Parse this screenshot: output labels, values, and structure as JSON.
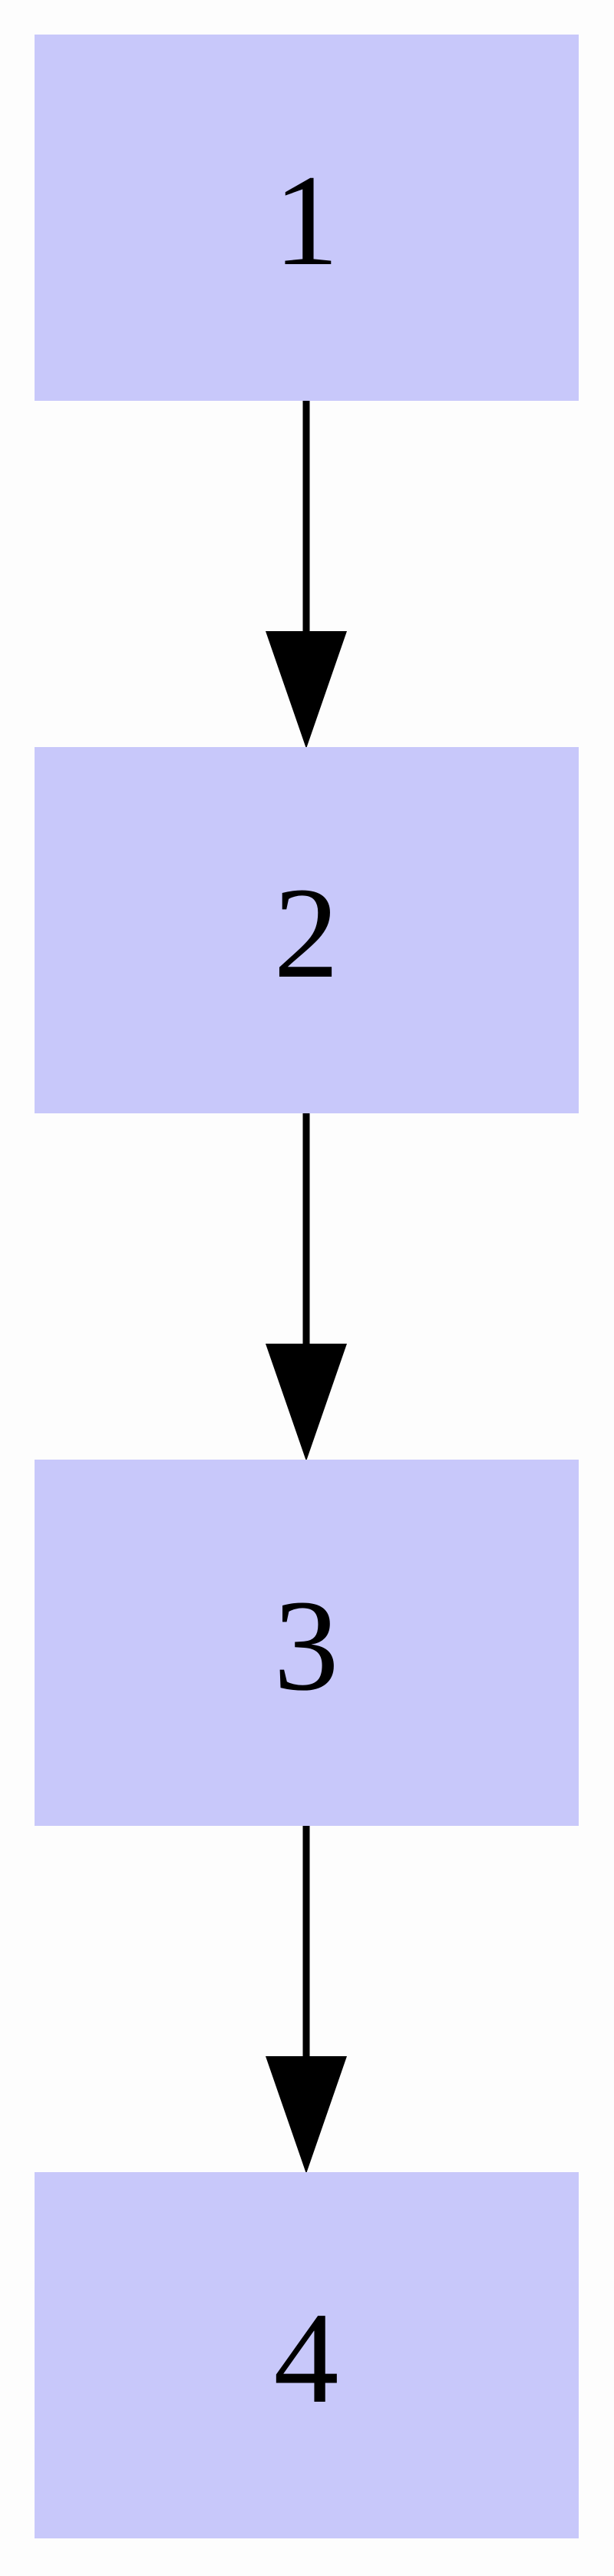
{
  "diagram": {
    "type": "flowchart",
    "nodes": [
      {
        "id": "n1",
        "label": "1"
      },
      {
        "id": "n2",
        "label": "2"
      },
      {
        "id": "n3",
        "label": "3"
      },
      {
        "id": "n4",
        "label": "4"
      }
    ],
    "edges": [
      {
        "from": "n1",
        "to": "n2"
      },
      {
        "from": "n2",
        "to": "n3"
      },
      {
        "from": "n3",
        "to": "n4"
      }
    ],
    "colors": {
      "node_fill": "#c8c8fa",
      "edge": "#000000",
      "background": "#fdfdfd"
    }
  }
}
